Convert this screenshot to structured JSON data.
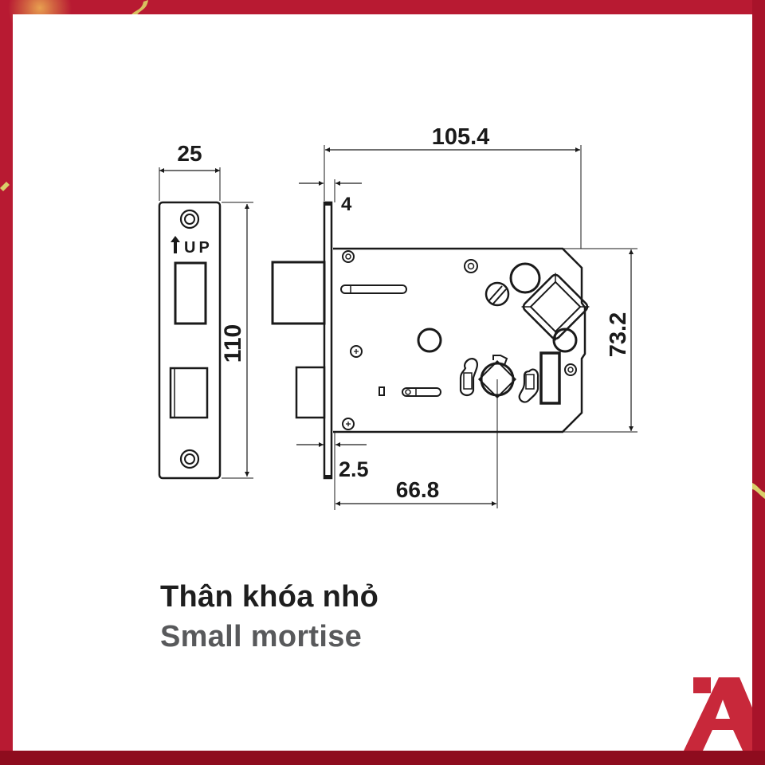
{
  "product": {
    "title_vi": "Thân khóa nhỏ",
    "title_en": "Small mortise"
  },
  "faceplate": {
    "marking": "UP",
    "marking_icon": "arrow-up-icon"
  },
  "dimensions": {
    "faceplate_width": "25",
    "faceplate_height": "110",
    "body_length": "105.4",
    "faceplate_thickness_top": "4",
    "faceplate_thickness_bottom": "2.5",
    "backset": "66.8",
    "body_height": "73.2"
  },
  "brand": {
    "logo": "brand-logo-A",
    "color": "#c8283a"
  },
  "colors": {
    "frame": "#b81a32",
    "frame_dark": "#8e0c1e",
    "line": "#1a1a1a",
    "caption_primary": "#1e1e1e",
    "caption_secondary": "#58595b"
  }
}
